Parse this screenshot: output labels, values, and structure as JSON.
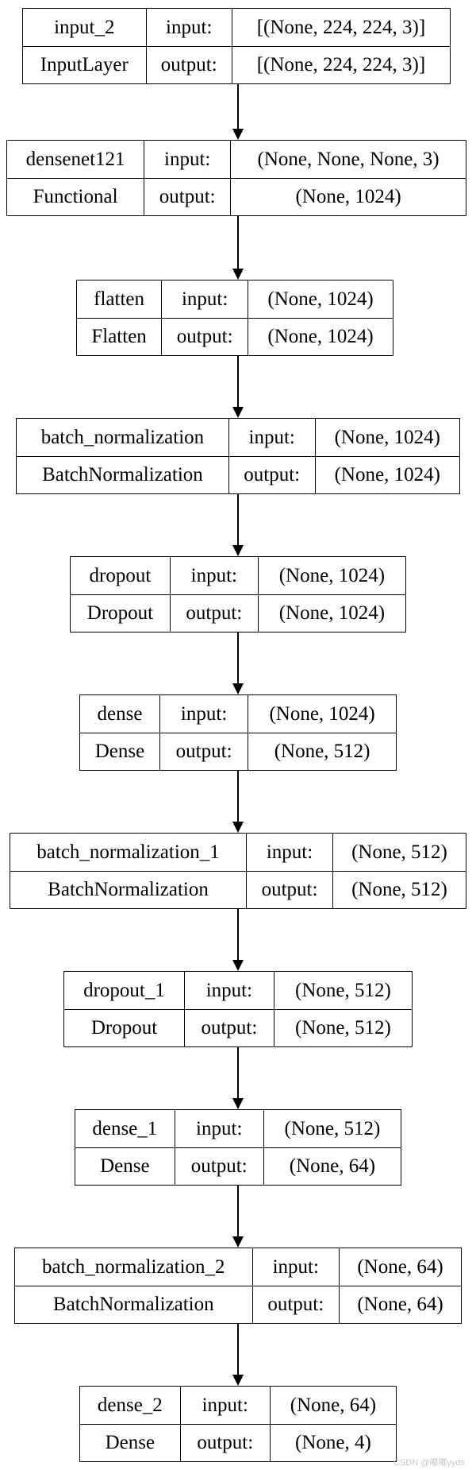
{
  "layers": [
    {
      "name": "input_2",
      "type": "InputLayer",
      "input_label": "input:",
      "output_label": "output:",
      "input_shape": "[(None, 224, 224, 3)]",
      "output_shape": "[(None, 224, 224, 3)]"
    },
    {
      "name": "densenet121",
      "type": "Functional",
      "input_label": "input:",
      "output_label": "output:",
      "input_shape": "(None, None, None, 3)",
      "output_shape": "(None, 1024)"
    },
    {
      "name": "flatten",
      "type": "Flatten",
      "input_label": "input:",
      "output_label": "output:",
      "input_shape": "(None, 1024)",
      "output_shape": "(None, 1024)"
    },
    {
      "name": "batch_normalization",
      "type": "BatchNormalization",
      "input_label": "input:",
      "output_label": "output:",
      "input_shape": "(None, 1024)",
      "output_shape": "(None, 1024)"
    },
    {
      "name": "dropout",
      "type": "Dropout",
      "input_label": "input:",
      "output_label": "output:",
      "input_shape": "(None, 1024)",
      "output_shape": "(None, 1024)"
    },
    {
      "name": "dense",
      "type": "Dense",
      "input_label": "input:",
      "output_label": "output:",
      "input_shape": "(None, 1024)",
      "output_shape": "(None, 512)"
    },
    {
      "name": "batch_normalization_1",
      "type": "BatchNormalization",
      "input_label": "input:",
      "output_label": "output:",
      "input_shape": "(None, 512)",
      "output_shape": "(None, 512)"
    },
    {
      "name": "dropout_1",
      "type": "Dropout",
      "input_label": "input:",
      "output_label": "output:",
      "input_shape": "(None, 512)",
      "output_shape": "(None, 512)"
    },
    {
      "name": "dense_1",
      "type": "Dense",
      "input_label": "input:",
      "output_label": "output:",
      "input_shape": "(None, 512)",
      "output_shape": "(None, 64)"
    },
    {
      "name": "batch_normalization_2",
      "type": "BatchNormalization",
      "input_label": "input:",
      "output_label": "output:",
      "input_shape": "(None, 64)",
      "output_shape": "(None, 64)"
    },
    {
      "name": "dense_2",
      "type": "Dense",
      "input_label": "input:",
      "output_label": "output:",
      "input_shape": "(None, 64)",
      "output_shape": "(None, 4)"
    }
  ],
  "edges": [
    [
      0,
      1
    ],
    [
      1,
      2
    ],
    [
      2,
      3
    ],
    [
      3,
      4
    ],
    [
      4,
      5
    ],
    [
      5,
      6
    ],
    [
      6,
      7
    ],
    [
      7,
      8
    ],
    [
      8,
      9
    ],
    [
      9,
      10
    ]
  ],
  "watermark": "CSDN @嘟嘟yyds",
  "colors": {
    "line": "#000000",
    "background": "#ffffff",
    "watermark": "#c8c8c8"
  }
}
